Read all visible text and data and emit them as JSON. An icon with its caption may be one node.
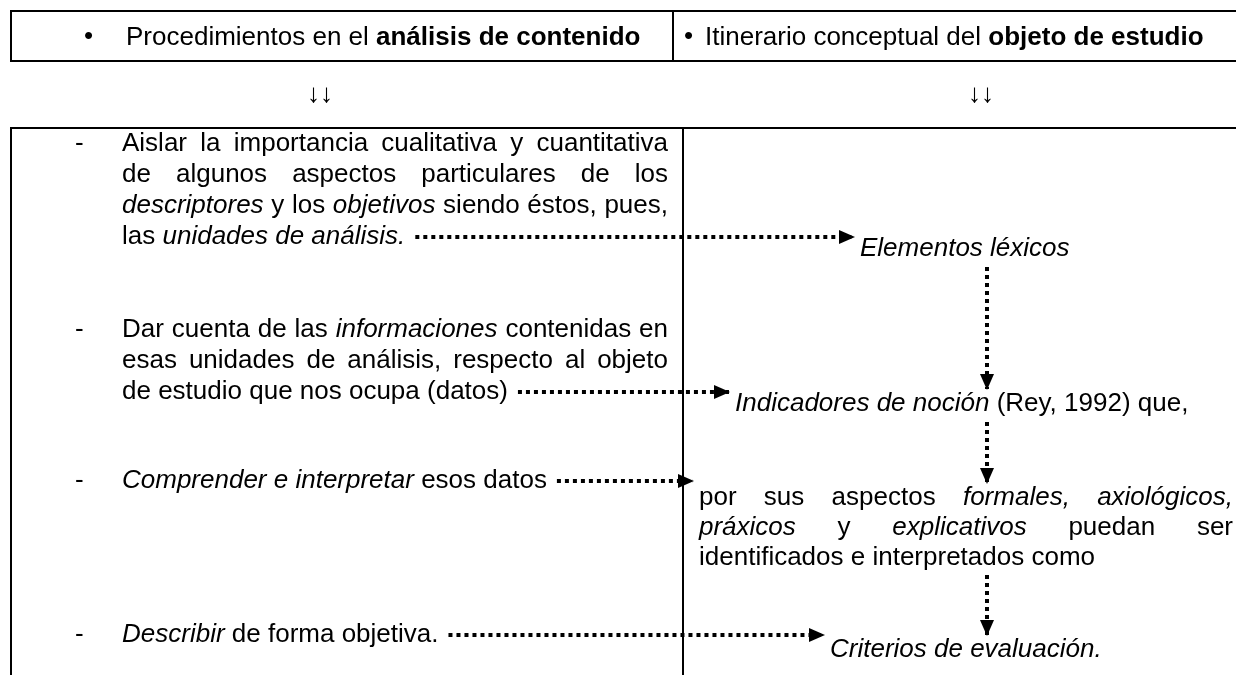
{
  "diagram": {
    "nodes": [
      {
        "text": [
          "Procedimientos en el **análisis de contenido**"
        ]
      },
      {
        "text": [
          "Itinerario conceptual del **objeto de estudio**"
        ]
      },
      {
        "text": [
          "Aislar la importancia cualitativa y cuantitativa de algunos aspectos particulares de los *descriptores* y los *objetivos* siendo éstos, pues, las *unidades de análisis.*"
        ]
      },
      {
        "text": [
          "Dar cuenta de las *informaciones* contenidas en esas unidades de análisis, respecto al objeto de estudio que nos ocupa (datos)"
        ]
      },
      {
        "text": [
          "*Comprender e interpretar* esos datos"
        ]
      },
      {
        "text": [
          "*Describir* de forma objetiva."
        ]
      },
      {
        "text": [
          "Elementos léxicos"
        ]
      },
      {
        "text": [
          "*Indicadores de noción* (Rey, 1992) que,"
        ]
      },
      {
        "text": [
          "por sus aspectos *formales, axiológicos, práxicos* y *explicativos* puedan ser identificados e interpretados como"
        ]
      },
      {
        "text": [
          "Criterios de evaluación."
        ]
      }
    ],
    "edges": [
      {
        "from": 2,
        "to": 6,
        "arrow": "to",
        "style": "dashed"
      },
      {
        "from": 3,
        "to": 7,
        "arrow": "to",
        "style": "dashed"
      },
      {
        "from": 4,
        "to": 8,
        "arrow": "to",
        "style": "dashed"
      },
      {
        "from": 5,
        "to": 9,
        "arrow": "to",
        "style": "dashed"
      },
      {
        "from": 6,
        "to": 7,
        "arrow": "to",
        "style": "dashed"
      },
      {
        "from": 7,
        "to": 8,
        "arrow": "to",
        "style": "dashed"
      },
      {
        "from": 8,
        "to": 9,
        "arrow": "to",
        "style": "dashed"
      }
    ],
    "labels": [
      "•",
      "•",
      "↓↓",
      "↓↓",
      "-",
      "-",
      "-",
      "-"
    ]
  }
}
